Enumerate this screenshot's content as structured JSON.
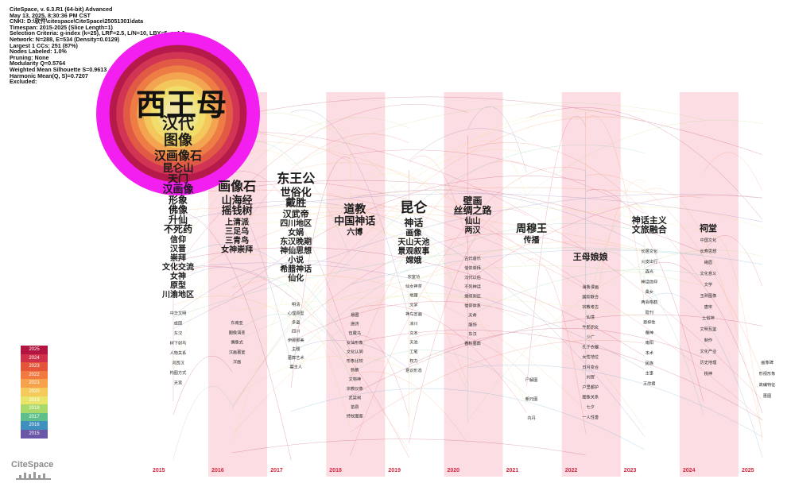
{
  "app": {
    "info_lines": [
      "CiteSpace, v. 6.3.R1 (64-bit) Advanced",
      "May 13, 2025, 8:30:36 PM CST",
      "CNKI: D:\\软件\\citespace\\CiteSpace\\25051301\\data",
      "Timespan: 2015-2025 (Slice Length=1)",
      "Selection Criteria: g-index (k=25), LRF=2.5, L/N=10, LBY=5, e=1.0",
      "Network: N=288, E=534 (Density=0.0129)",
      "Largest 1 CCs: 251 (87%)",
      "Nodes Labeled: 1.0%",
      "Pruning: None",
      "Modularity Q=0.5764",
      "Weighted Mean Silhouette S=0.9613",
      "Harmonic Mean(Q, S)=0.7207",
      "Excluded:"
    ],
    "logo_text": "CiteSpace"
  },
  "legend": {
    "years": [
      "2025",
      "2024",
      "2023",
      "2022",
      "2021",
      "2020",
      "2019",
      "2018",
      "2017",
      "2016",
      "2015"
    ],
    "colors": [
      "#b0163f",
      "#d0304a",
      "#e4553a",
      "#f07a3f",
      "#f6a24c",
      "#f5c95a",
      "#e9e46a",
      "#a9d96a",
      "#5fbf8a",
      "#3f8fbf",
      "#6a57a8"
    ]
  },
  "timeline": {
    "years": [
      "2015",
      "2016",
      "2017",
      "2018",
      "2019",
      "2020",
      "2021",
      "2022",
      "2023",
      "2024",
      "2025"
    ],
    "band_color": "#fbdde3",
    "year_color": "#d6263f"
  },
  "hub": {
    "label": "西王母",
    "rings": [
      "#f21ff0",
      "#b61a4a",
      "#d23553",
      "#e15a45",
      "#ee7d45",
      "#f3a451",
      "#f4c75c",
      "#f1dd6a",
      "#eee48a",
      "#f3e6a4"
    ]
  },
  "columns": [
    {
      "year": "2015",
      "big": [
        {
          "t": "汉代",
          "s": 20
        },
        {
          "t": "图像",
          "s": 18
        },
        {
          "t": "汉画像石",
          "s": 15
        },
        {
          "t": "昆仑山",
          "s": 13
        },
        {
          "t": "天门",
          "s": 13
        },
        {
          "t": "汉画像",
          "s": 13
        },
        {
          "t": "形象",
          "s": 12
        },
        {
          "t": "佛像",
          "s": 12
        },
        {
          "t": "升仙",
          "s": 12
        },
        {
          "t": "不死药",
          "s": 12
        },
        {
          "t": "信仰",
          "s": 10
        },
        {
          "t": "汉晋",
          "s": 10
        },
        {
          "t": "崇拜",
          "s": 10
        },
        {
          "t": "文化交流",
          "s": 10
        },
        {
          "t": "女神",
          "s": 10
        },
        {
          "t": "原型",
          "s": 10
        },
        {
          "t": "川渝地区",
          "s": 10
        }
      ],
      "small": [
        "中华文明",
        "成因",
        "东汉",
        "树下射鸟",
        "人物关系",
        "河西汉",
        "构图方式",
        "天宫"
      ]
    },
    {
      "year": "2016",
      "big": [
        {
          "t": "画像石",
          "s": 16
        },
        {
          "t": "山海经",
          "s": 13
        },
        {
          "t": "摇钱树",
          "s": 13
        },
        {
          "t": "上清派",
          "s": 10
        },
        {
          "t": "三足乌",
          "s": 10
        },
        {
          "t": "三青鸟",
          "s": 10
        },
        {
          "t": "女神崇拜",
          "s": 10
        }
      ],
      "small": [
        "东南亚",
        "图像演变",
        "偶像式",
        "汉画墓室",
        "汉画"
      ]
    },
    {
      "year": "2017",
      "big": [
        {
          "t": "东王公",
          "s": 16
        },
        {
          "t": "世俗化",
          "s": 13
        },
        {
          "t": "戴胜",
          "s": 13
        },
        {
          "t": "汉武帝",
          "s": 11
        },
        {
          "t": "四川地区",
          "s": 10
        },
        {
          "t": "女娲",
          "s": 10
        },
        {
          "t": "东汉晚期",
          "s": 10
        },
        {
          "t": "神仙思想",
          "s": 10
        },
        {
          "t": "小说",
          "s": 10
        },
        {
          "t": "希腊神话",
          "s": 10
        },
        {
          "t": "仙化",
          "s": 10
        }
      ],
      "small": [
        "明清",
        "心理原型",
        "多姿",
        "四川",
        "伊那那美",
        "主题",
        "墓葬艺术",
        "墓主人"
      ]
    },
    {
      "year": "2018",
      "big": [
        {
          "t": "道教",
          "s": 14
        },
        {
          "t": "中国神话",
          "s": 13
        },
        {
          "t": "六博",
          "s": 10
        }
      ],
      "small": [
        "悬圃",
        "唐诗",
        "伍戴乌",
        "女仙形象",
        "文化认同",
        "形象比较",
        "新蔡",
        "文物神",
        "宗教仪像",
        "武梁祠",
        "苗县",
        "持杖图案"
      ]
    },
    {
      "year": "2019",
      "big": [
        {
          "t": "昆仑",
          "s": 17
        },
        {
          "t": "神话",
          "s": 12
        },
        {
          "t": "画像",
          "s": 10
        },
        {
          "t": "天山天池",
          "s": 10
        },
        {
          "t": "景观叙事",
          "s": 10
        },
        {
          "t": "嫦娥",
          "s": 10
        }
      ],
      "small": [
        "宗室功",
        "仙女神茶",
        "地理",
        "文学",
        "神鸟宣画",
        "凉川",
        "文本",
        "天池",
        "工笔",
        "权力",
        "意识形态"
      ]
    },
    {
      "year": "2020",
      "big": [
        {
          "t": "壁画",
          "s": 12
        },
        {
          "t": "丝绸之路",
          "s": 12
        },
        {
          "t": "仙山",
          "s": 10
        },
        {
          "t": "两汉",
          "s": 10
        }
      ],
      "small": [
        "古代音乐",
        "信仰崇拜",
        "汉代以后",
        "不死神话",
        "接续到庄",
        "信仰体系",
        "天命",
        "服饰",
        "东汉",
        "春秋墓葬"
      ]
    },
    {
      "year": "2021",
      "big": [
        {
          "t": "周穆王",
          "s": 13
        },
        {
          "t": "传播",
          "s": 10
        }
      ],
      "small": [
        "尸解图",
        "朝元图",
        "内丹"
      ]
    },
    {
      "year": "2022",
      "big": [
        {
          "t": "王母娘娘",
          "s": 11
        }
      ],
      "small": [
        "海鲁漫画",
        "国际联合",
        "宗教考古",
        "仙境",
        "牛郎织女",
        "少广",
        "孔子衣履",
        "女性地位",
        "日月变合",
        "刘贺",
        "户里都护",
        "图像关系",
        "七夕",
        "一人性善"
      ]
    },
    {
      "year": "2023",
      "big": [
        {
          "t": "神话主义",
          "s": 11
        },
        {
          "t": "文旅融合",
          "s": 11
        }
      ],
      "small": [
        "长居文化",
        "火皮出行",
        "森光",
        "神话信仰",
        "桑女",
        "两会格鹤",
        "隐刊",
        "恩梓性",
        "蚕神",
        "南阳",
        "本术",
        "民族",
        "主事",
        "王欣君"
      ]
    },
    {
      "year": "2024",
      "big": [
        {
          "t": "祠堂",
          "s": 11
        }
      ],
      "small": [
        "中国文化",
        "长寿思想",
        "峨眉",
        "文化意义",
        "文学",
        "玉熟图像",
        "唐宋",
        "土俗神",
        "文明互鉴",
        "制作",
        "文化产业",
        "历史地理",
        "桃神"
      ]
    },
    {
      "year": "2025",
      "big": [],
      "small": [
        "画像碑",
        "形视形象",
        "故编特征",
        "惠图"
      ]
    }
  ]
}
